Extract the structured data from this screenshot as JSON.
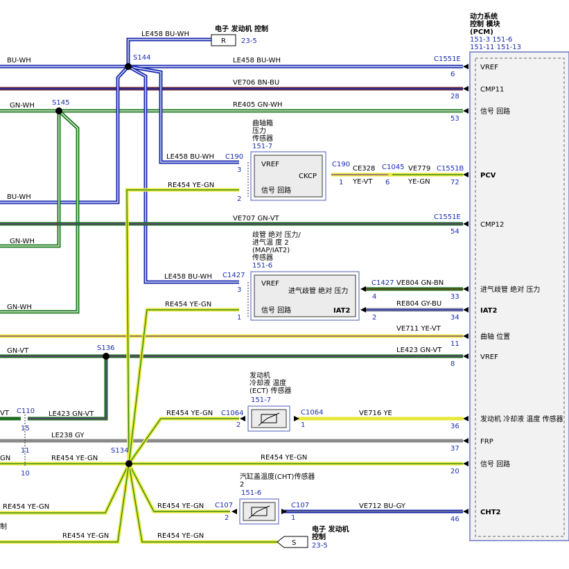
{
  "pcm": {
    "title_lines": [
      "动力系统",
      "控制 模块",
      "(PCM)"
    ],
    "refs": [
      "151-3  151-6",
      "151-11  151-13"
    ],
    "pins": [
      {
        "label": "VREF",
        "num": "6",
        "conn": "C1551E",
        "wire": "LE458",
        "color_name": "BU-WH"
      },
      {
        "label": "CMP11",
        "num": "28",
        "wire": "VE706",
        "color_name": "BN-BU"
      },
      {
        "label": "信号 回路",
        "num": "53",
        "wire": "RE405",
        "color_name": "GN-WH"
      },
      {
        "label": "PCV",
        "num": "72",
        "conn": "C1551B"
      },
      {
        "label": "CMP12",
        "num": "54",
        "conn": "C1551E",
        "wire": "VE707",
        "color_name": "GN-VT"
      },
      {
        "label": "进气歧管 绝对 压力",
        "num": "33"
      },
      {
        "label": "IAT2",
        "num": "34"
      },
      {
        "label": "曲轴 位置",
        "num": "11",
        "wire": "VE711",
        "color_name": "YE-VT"
      },
      {
        "label": "VREF",
        "num": "8",
        "wire": "LE423",
        "color_name": "GN-VT"
      },
      {
        "label": "发动机 冷却液 温度 传感器",
        "num": "36"
      },
      {
        "label": "FRP",
        "num": "37"
      },
      {
        "label": "信号 回路",
        "num": "20",
        "wire": "RE454",
        "color_name": "YE-GN"
      },
      {
        "label": "CHT2",
        "num": "46"
      }
    ]
  },
  "splices": [
    "S144",
    "S145",
    "S136",
    "S134"
  ],
  "left_wires": [
    "BU-WH",
    "GN-WH",
    "BU-WH",
    "GN-WH",
    "GN-WH",
    "GN-VT",
    "VT",
    "GN"
  ],
  "top_ref": {
    "wire": "LE458",
    "color_name": "BU-WH",
    "target": "R",
    "text": "电子 发动机 控制",
    "ref": "23-5"
  },
  "bottom_ref": {
    "wire": "RE454",
    "color_name": "YE-GN",
    "target": "S",
    "text_lines": [
      "电子 发动机",
      "控制"
    ],
    "ref": "23-5",
    "left_text": "制"
  },
  "sensors": {
    "ckcp": {
      "title_lines": [
        "曲轴箱",
        "压力",
        "传感器"
      ],
      "ref": "151-7",
      "pin_vref": "VREF",
      "pin_sig": "信号 回路",
      "out": "CKCP",
      "conn_in": "C190",
      "pin3": "3",
      "pin2": "2",
      "conn_out": "C190",
      "pin_out": "1",
      "w_in1": "LE458",
      "c_in1": "BU-WH",
      "w_in2": "RE454",
      "c_in2": "YE-GN",
      "w_o1": "CE328",
      "c_o1": "YE-VT",
      "conn_mid": "C1045",
      "pin_mid": "6",
      "w_o2": "VE779",
      "c_o2": "YE-GN"
    },
    "map": {
      "title_lines": [
        "歧管 绝对 压力/",
        "进气温 度 2",
        "(MAP/IAT2)",
        "传感器"
      ],
      "ref": "151-6",
      "pin_vref": "VREF",
      "pin_sig": "信号 回路",
      "out1": "进气歧管 绝对 压力",
      "out2": "IAT2",
      "conn": "C1427",
      "pin3": "3",
      "pin1": "1",
      "conn_out": "C1427",
      "pin4": "4",
      "pin2": "2",
      "w_in1": "LE458",
      "c_in1": "BU-WH",
      "w_in2": "RE454",
      "c_in2": "YE-GN",
      "w_o1": "VE804",
      "c_o1": "GN-BN",
      "w_o2": "RE804",
      "c_o2": "GY-BU"
    },
    "ect": {
      "title_lines": [
        "发动机",
        "冷却液 温度",
        "(ECT) 传感器"
      ],
      "ref": "151-7",
      "conn": "C1064",
      "pin_in": "2",
      "pin_out": "1",
      "w_in": "RE454",
      "c_in": "YE-GN",
      "w_out": "VE716",
      "c_out": "YE"
    },
    "cht": {
      "title_lines": [
        "汽缸盖温度(CHT)传感器",
        "2"
      ],
      "ref": "151-6",
      "conn": "C107",
      "pin_in": "2",
      "pin_out": "1",
      "w_in": "RE454",
      "c_in": "YE-GN",
      "w_out": "VE712",
      "c_out": "BU-GY"
    }
  },
  "misc": {
    "c110": "C110",
    "c110_pins": [
      "15",
      "11",
      "10"
    ],
    "le423": "LE423",
    "le423_c": "GN-VT",
    "le238": "LE238",
    "le238_c": "GY",
    "re454": "RE454",
    "re454_c": "YE-GN"
  }
}
